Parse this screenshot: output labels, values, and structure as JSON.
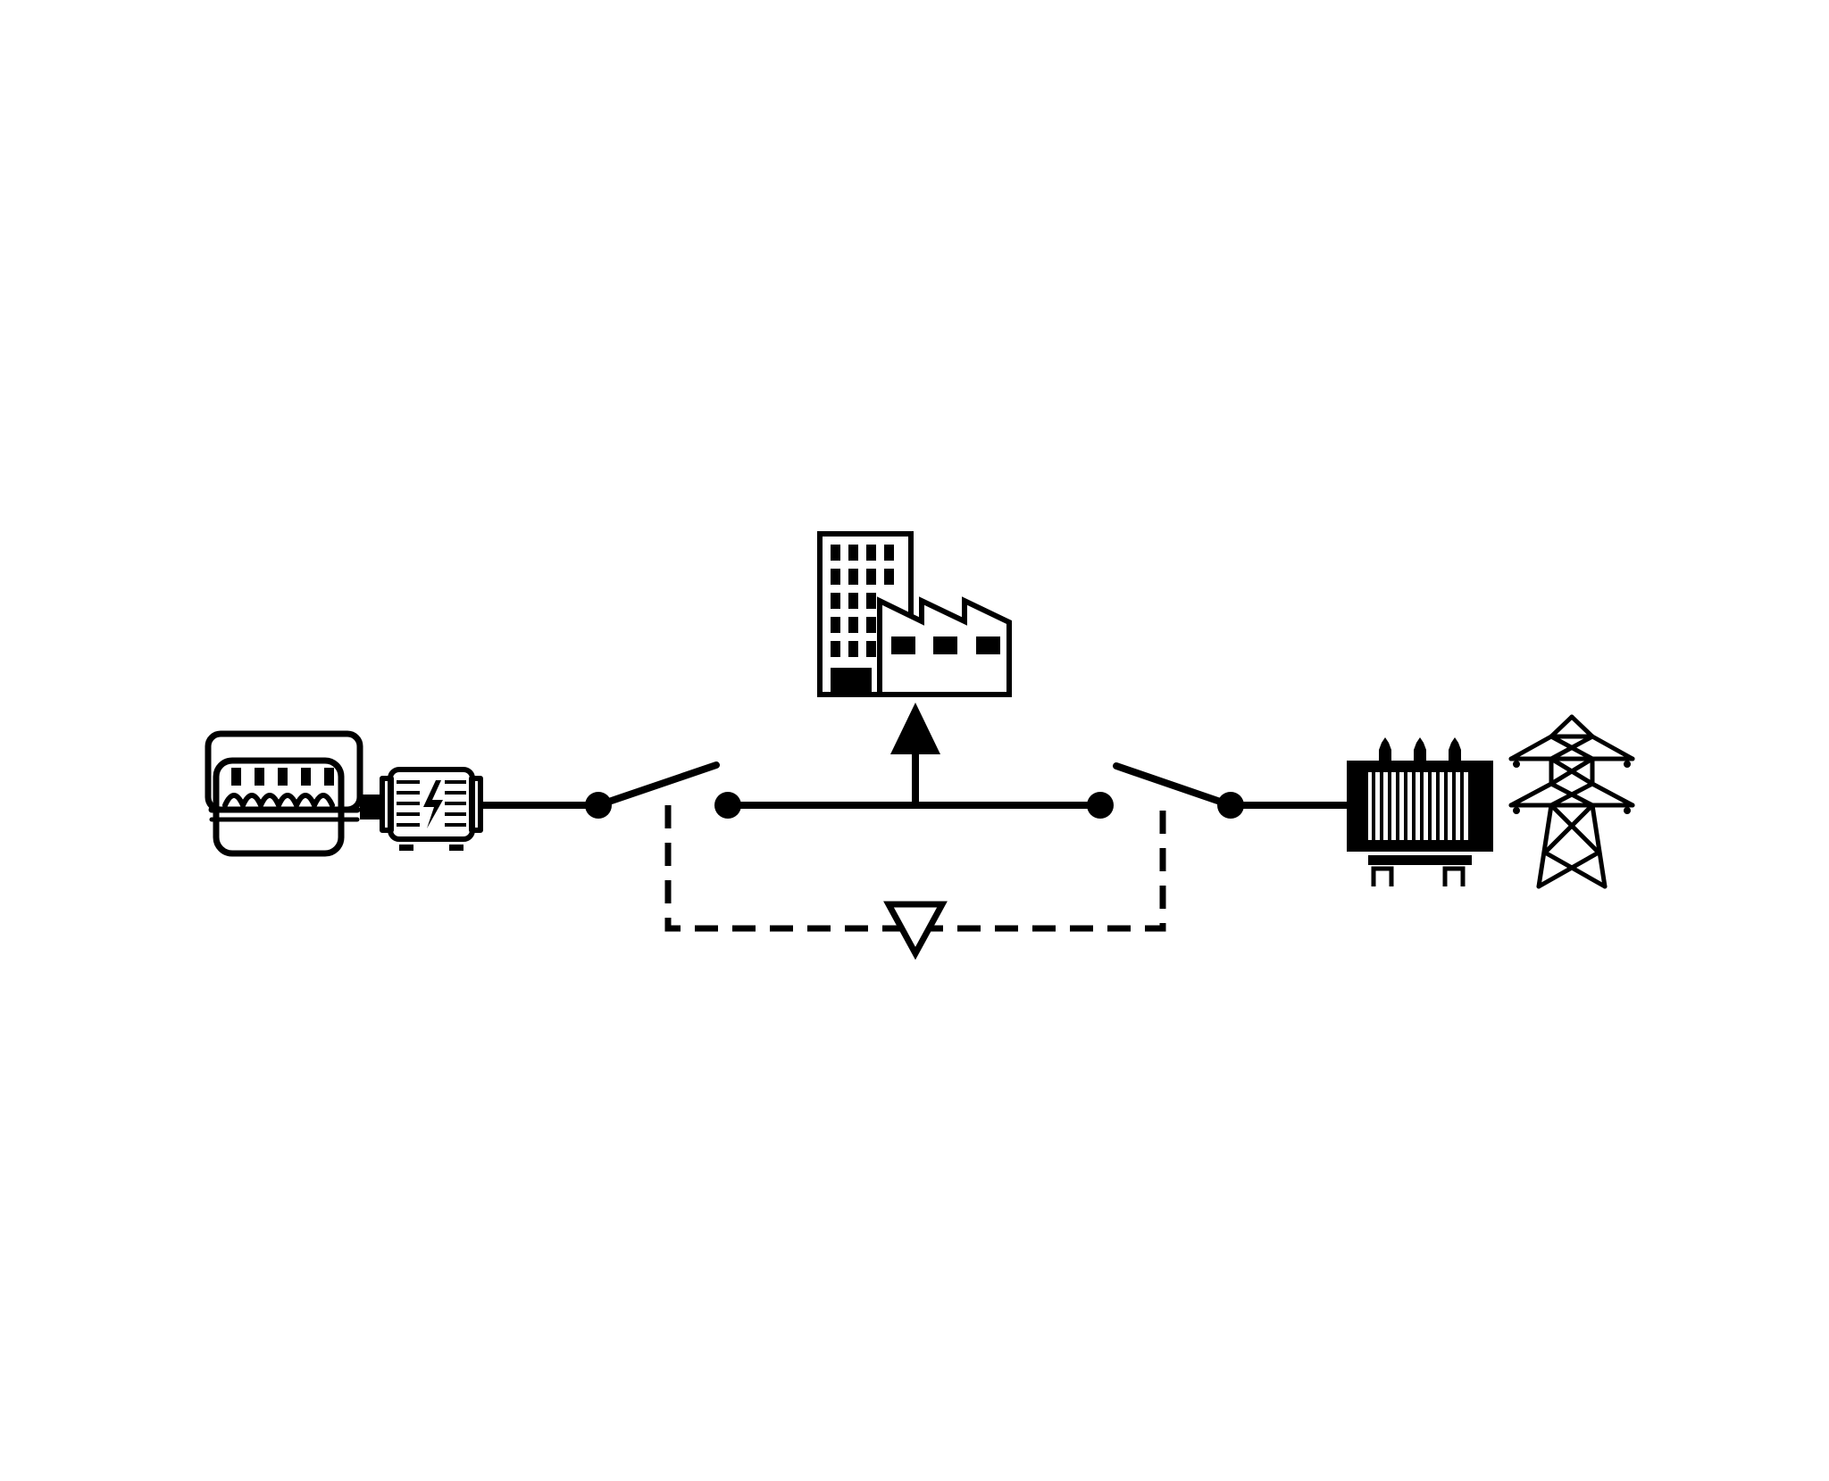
{
  "diagram": {
    "line_color": "#000000",
    "background": "#ffffff",
    "components": [
      {
        "id": "engine",
        "icon": "engine-icon"
      },
      {
        "id": "generator",
        "icon": "generator-icon"
      },
      {
        "id": "generator-breaker",
        "icon": "open-switch-icon",
        "state": "open"
      },
      {
        "id": "load",
        "icon": "building-factory-icon"
      },
      {
        "id": "load-arrow",
        "icon": "arrow-up-icon"
      },
      {
        "id": "grid-breaker",
        "icon": "open-switch-icon",
        "state": "open"
      },
      {
        "id": "transformer",
        "icon": "transformer-icon"
      },
      {
        "id": "transmission-tower",
        "icon": "transmission-tower-icon"
      },
      {
        "id": "interlock",
        "icon": "dashed-interlock-link",
        "marker": "triangle-down-icon"
      }
    ]
  }
}
